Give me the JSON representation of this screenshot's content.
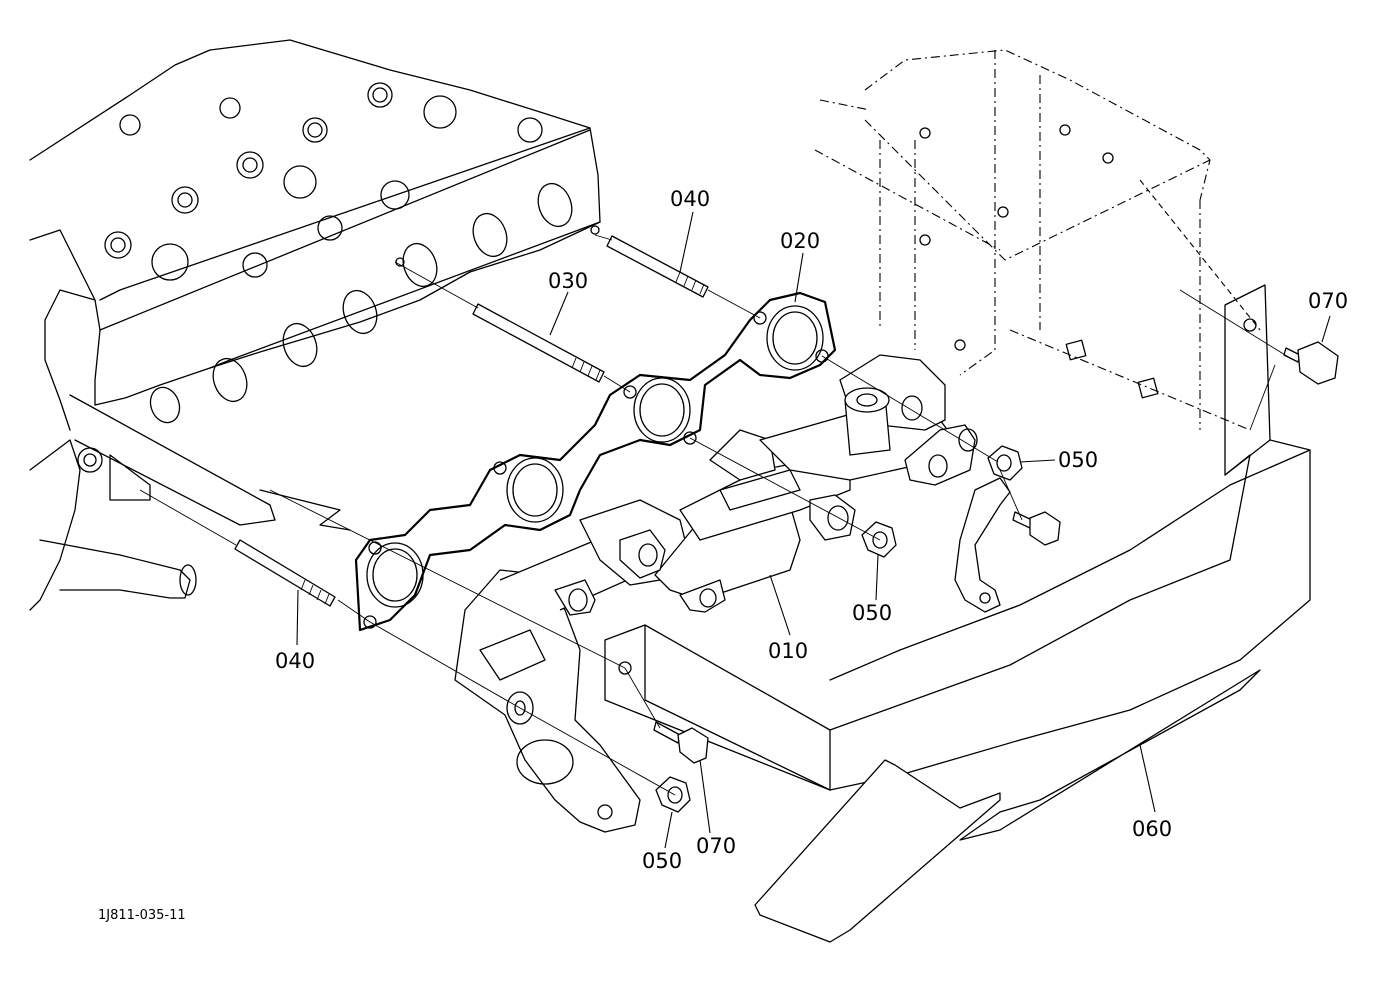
{
  "diagram": {
    "drawing_code": "1J811-035-11",
    "callouts": [
      {
        "id": "c040a",
        "part": "040"
      },
      {
        "id": "c020",
        "part": "020"
      },
      {
        "id": "c030",
        "part": "030"
      },
      {
        "id": "c070a",
        "part": "070"
      },
      {
        "id": "c050a",
        "part": "050"
      },
      {
        "id": "c050b",
        "part": "050"
      },
      {
        "id": "c010",
        "part": "010"
      },
      {
        "id": "c040b",
        "part": "040"
      },
      {
        "id": "c070b",
        "part": "070"
      },
      {
        "id": "c050c",
        "part": "050"
      },
      {
        "id": "c060",
        "part": "060"
      }
    ]
  }
}
